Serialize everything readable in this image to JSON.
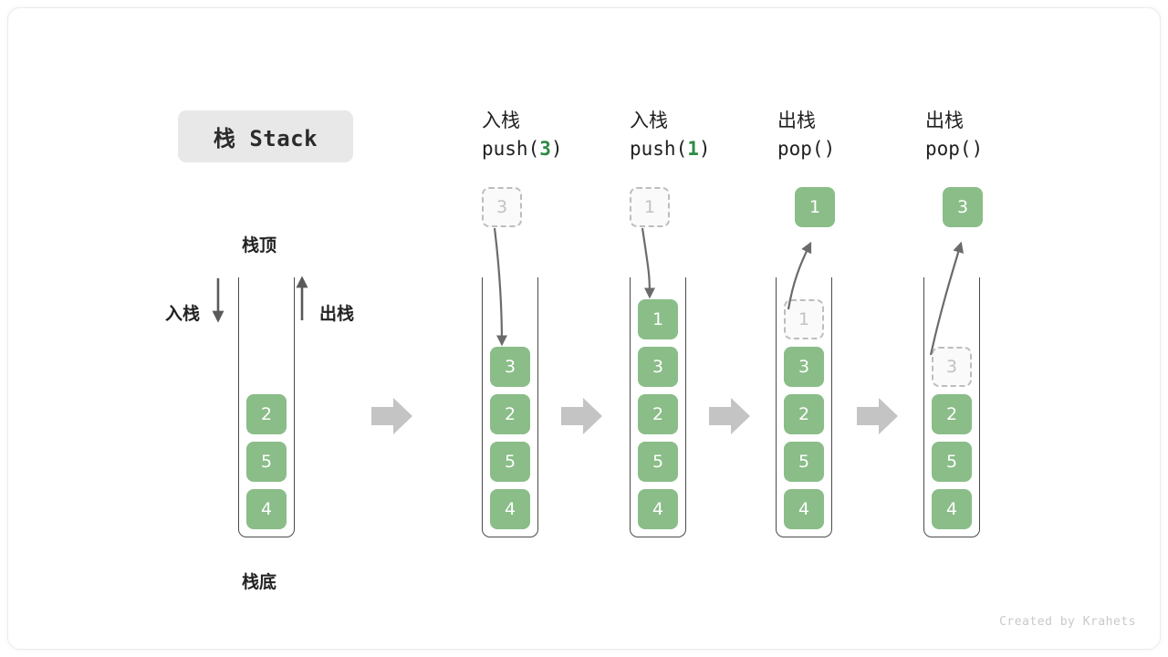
{
  "title": {
    "label": "栈 Stack"
  },
  "annotations": {
    "top": "栈顶",
    "bottom": "栈底",
    "push_side": "入栈",
    "pop_side": "出栈"
  },
  "colors": {
    "element": "#8abd88",
    "ghost_fill": "#fafafa",
    "ghost_border": "#bdbdbd",
    "arrow": "#c4c4c4",
    "curve": "#6b6b6b",
    "wall": "#4a4a4a",
    "chip_bg": "#e8e8e8",
    "arg_green": "#2e8b45",
    "footer": "#c9c9c9"
  },
  "steps": [
    {
      "name": "initial",
      "caption_cjk": "",
      "caption_code": "",
      "caption_arg": "",
      "stack": [
        "2",
        "5",
        "4"
      ],
      "ghost_index": -1,
      "float_value": "",
      "float_kind": "none"
    },
    {
      "name": "push-3",
      "caption_cjk": "入栈",
      "caption_code_prefix": "push(",
      "caption_arg": "3",
      "caption_code_suffix": ")",
      "stack": [
        "3",
        "2",
        "5",
        "4"
      ],
      "ghost_index": -1,
      "float_value": "3",
      "float_kind": "ghost"
    },
    {
      "name": "push-1",
      "caption_cjk": "入栈",
      "caption_code_prefix": "push(",
      "caption_arg": "1",
      "caption_code_suffix": ")",
      "stack": [
        "1",
        "3",
        "2",
        "5",
        "4"
      ],
      "ghost_index": -1,
      "float_value": "1",
      "float_kind": "ghost"
    },
    {
      "name": "pop-1",
      "caption_cjk": "出栈",
      "caption_code_prefix": "pop(",
      "caption_arg": "",
      "caption_code_suffix": ")",
      "stack": [
        "1",
        "3",
        "2",
        "5",
        "4"
      ],
      "ghost_index": 0,
      "float_value": "1",
      "float_kind": "solid"
    },
    {
      "name": "pop-3",
      "caption_cjk": "出栈",
      "caption_code_prefix": "pop(",
      "caption_arg": "",
      "caption_code_suffix": ")",
      "stack": [
        "3",
        "2",
        "5",
        "4"
      ],
      "ghost_index": 0,
      "float_value": "3",
      "float_kind": "solid"
    }
  ],
  "footer": {
    "credit": "Created by Krahets"
  }
}
